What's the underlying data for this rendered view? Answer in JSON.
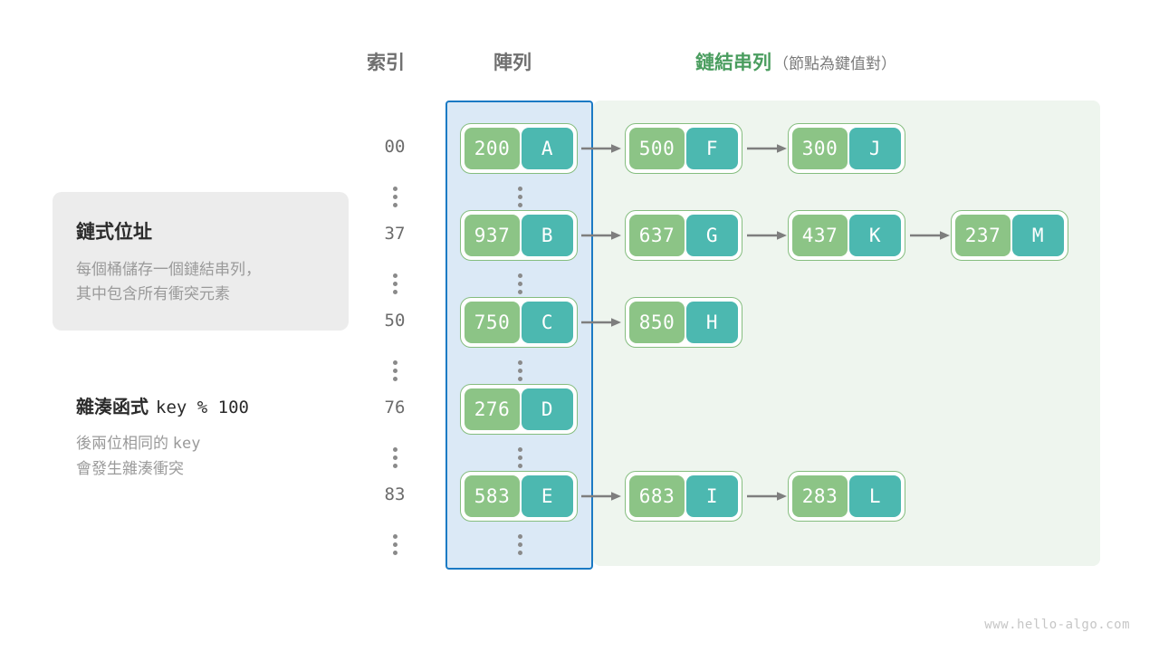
{
  "headers": {
    "index": "索引",
    "array": "陣列",
    "list_main": "鏈結串列",
    "list_sub": "（節點為鍵值對）"
  },
  "info_card": {
    "title": "鏈式位址",
    "line1": "每個桶儲存一個鏈結串列，",
    "line2": "其中包含所有衝突元素"
  },
  "hash_note": {
    "title": "雜湊函式",
    "formula": "key % 100",
    "line1_text": "後兩位相同的",
    "line1_mono": "key",
    "line2": "會發生雜湊衝突"
  },
  "footer": {
    "watermark": "www.hello-algo.com"
  },
  "colors": {
    "key_cell": "#8cc486",
    "value_cell": "#4cb8b0",
    "node_border": "#85bd7f",
    "array_panel_bg": "#dbe9f6",
    "array_panel_border": "#1b7ac4",
    "list_panel_bg": "#eef5ee",
    "arrow": "#7e7e7e",
    "accent_green": "#4a9d5f",
    "info_card_bg": "#ececec"
  },
  "buckets": [
    {
      "index": "00",
      "head": {
        "key": "200",
        "value": "A"
      },
      "chain": [
        {
          "key": "500",
          "value": "F"
        },
        {
          "key": "300",
          "value": "J"
        }
      ]
    },
    {
      "index": "37",
      "head": {
        "key": "937",
        "value": "B"
      },
      "chain": [
        {
          "key": "637",
          "value": "G"
        },
        {
          "key": "437",
          "value": "K"
        },
        {
          "key": "237",
          "value": "M"
        }
      ]
    },
    {
      "index": "50",
      "head": {
        "key": "750",
        "value": "C"
      },
      "chain": [
        {
          "key": "850",
          "value": "H"
        }
      ]
    },
    {
      "index": "76",
      "head": {
        "key": "276",
        "value": "D"
      },
      "chain": []
    },
    {
      "index": "83",
      "head": {
        "key": "583",
        "value": "E"
      },
      "chain": [
        {
          "key": "683",
          "value": "I"
        },
        {
          "key": "283",
          "value": "L"
        }
      ]
    }
  ],
  "ellipsis_rows": 6
}
